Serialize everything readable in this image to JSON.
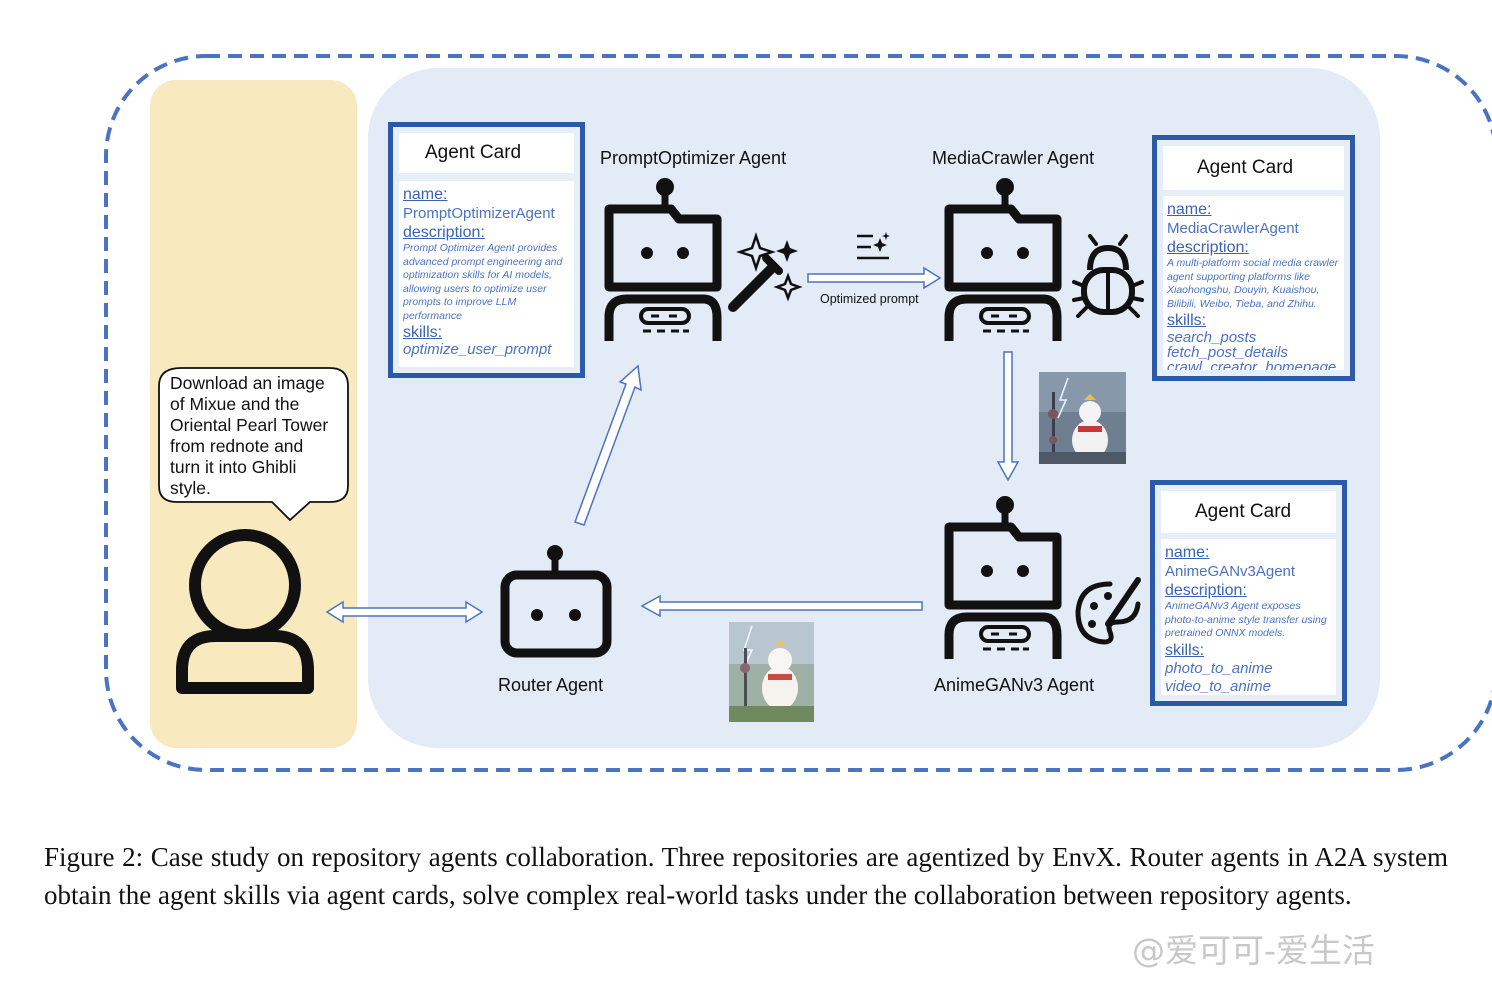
{
  "colors": {
    "frame_border": "#4a73c4",
    "user_panel": "#f8e9bf",
    "agent_panel": "#e2ebf6",
    "card_border": "#2c5aa8",
    "card_text": "#4a73c4",
    "icon": "#111111"
  },
  "user": {
    "request": "Download an image\nof Mixue and the\nOriental Pearl Tower\nfrom rednote and\nturn it into Ghibli\nstyle."
  },
  "agents": {
    "router": {
      "label": "Router Agent"
    },
    "prompt_optimizer": {
      "label": "PromptOptimizer Agent"
    },
    "media_crawler": {
      "label": "MediaCrawler Agent"
    },
    "anime_gan": {
      "label": "AnimeGANv3 Agent"
    }
  },
  "edges": {
    "optimized_prompt": "Optimized prompt"
  },
  "cards": [
    {
      "header": "Agent Card",
      "name_key": "name:",
      "name": "PromptOptimizerAgent",
      "desc_key": "description:",
      "description": "Prompt Optimizer Agent provides advanced prompt engineering and optimization skills for AI models, allowing users to optimize user prompts to improve LLM performance",
      "skills_key": "skills:",
      "skills": [
        "optimize_user_prompt"
      ]
    },
    {
      "header": "Agent Card",
      "name_key": "name:",
      "name": "MediaCrawlerAgent",
      "desc_key": "description:",
      "description": "A multi-platform social media crawler agent supporting platforms like Xiaohongshu, Douyin, Kuaishou, Bilibili, Weibo, Tieba, and Zhihu.",
      "skills_key": "skills:",
      "skills": [
        "search_posts",
        "fetch_post_details",
        "crawl_creator_homepage"
      ]
    },
    {
      "header": "Agent Card",
      "name_key": "name:",
      "name": "AnimeGANv3Agent",
      "desc_key": "description:",
      "description": "AnimeGANv3 Agent exposes photo-to-anime style transfer using pretrained ONNX models.",
      "skills_key": "skills:",
      "skills": [
        "photo_to_anime",
        "video_to_anime"
      ]
    }
  ],
  "caption": "Figure 2:  Case study on repository agents collaboration.  Three repositories are agentized by EnvX. Router agents in A2A system obtain the agent skills via agent cards, solve complex real-world tasks under the collaboration between repository agents.",
  "watermark": "@爱可可-爱生活",
  "icons": [
    "user-icon",
    "robot-icon",
    "magic-wand-icon",
    "bug-icon",
    "palette-icon",
    "sparkle-list-icon"
  ]
}
